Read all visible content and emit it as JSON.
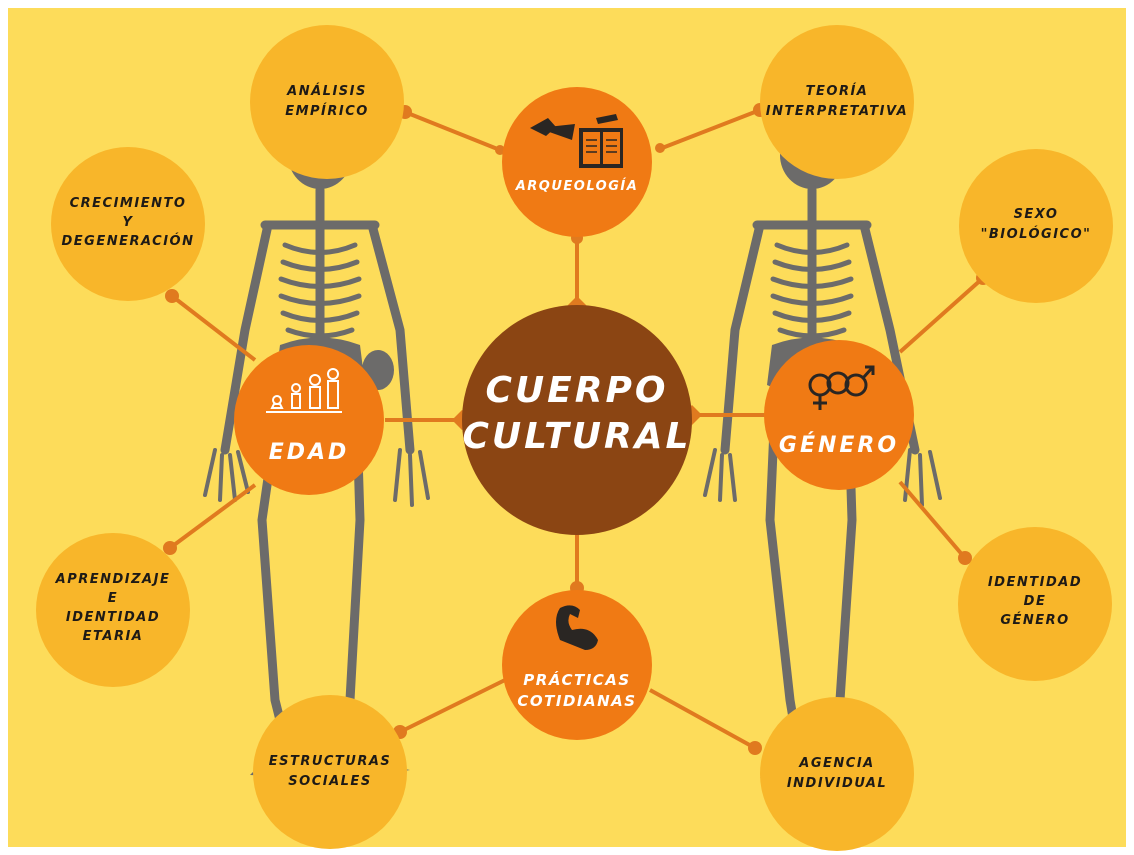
{
  "center": {
    "line1": "CUERPO",
    "line2": "CULTURAL"
  },
  "hubs": {
    "arqueologia": "ARQUEOLOGÍA",
    "edad": "EDAD",
    "genero": "GÉNERO",
    "practicas": {
      "line1": "PRÁCTICAS",
      "line2": "COTIDIANAS"
    }
  },
  "leaves": {
    "analisis": [
      "ANÁLISIS",
      "EMPÍRICO"
    ],
    "teoria": [
      "TEORÍA",
      "INTERPRETATIVA"
    ],
    "crecimiento": [
      "CRECIMIENTO",
      "Y",
      "DEGENERACIÓN"
    ],
    "sexo": [
      "SEXO",
      "\"BIOLÓGICO\""
    ],
    "aprendizaje": [
      "APRENDIZAJE",
      "E",
      "IDENTIDAD",
      "ETARIA"
    ],
    "identidad_genero": [
      "IDENTIDAD",
      "DE",
      "GÉNERO"
    ],
    "estructuras": [
      "ESTRUCTURAS",
      "SOCIALES"
    ],
    "agencia": [
      "AGENCIA",
      "INDIVIDUAL"
    ]
  },
  "icons": {
    "arqueologia": "book-and-trowel-icon",
    "edad": "age-stages-people-icon",
    "genero": "gender-symbols-icon",
    "practicas": "flexed-arm-icon"
  },
  "colors": {
    "background": "#fddc5a",
    "center": "#8b4513",
    "hub": "#f07a14",
    "leaf": "#f8b62a",
    "connector": "#e07a1f",
    "bone": "#6c6b6a"
  }
}
